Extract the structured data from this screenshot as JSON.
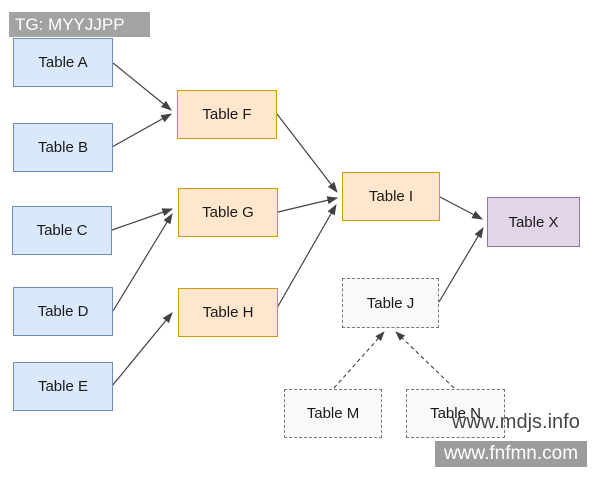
{
  "header": {
    "tag_label": "TG: MYYJJPP"
  },
  "diagram": {
    "nodes": {
      "table_a": {
        "label": "Table A",
        "style": "blue"
      },
      "table_b": {
        "label": "Table B",
        "style": "blue"
      },
      "table_c": {
        "label": "Table C",
        "style": "blue"
      },
      "table_d": {
        "label": "Table D",
        "style": "blue"
      },
      "table_e": {
        "label": "Table E",
        "style": "blue"
      },
      "table_f": {
        "label": "Table F",
        "style": "orange"
      },
      "table_g": {
        "label": "Table G",
        "style": "orange"
      },
      "table_h": {
        "label": "Table H",
        "style": "orange"
      },
      "table_i": {
        "label": "Table I",
        "style": "orange"
      },
      "table_x": {
        "label": "Table X",
        "style": "purple"
      },
      "table_j": {
        "label": "Table J",
        "style": "dashed"
      },
      "table_m": {
        "label": "Table M",
        "style": "dashed"
      },
      "table_n": {
        "label": "Table N",
        "style": "dashed"
      }
    },
    "edges": [
      {
        "from": "Table A",
        "to": "Table F",
        "style": "solid"
      },
      {
        "from": "Table B",
        "to": "Table F",
        "style": "solid"
      },
      {
        "from": "Table C",
        "to": "Table G",
        "style": "solid"
      },
      {
        "from": "Table D",
        "to": "Table G",
        "style": "solid"
      },
      {
        "from": "Table E",
        "to": "Table H",
        "style": "solid"
      },
      {
        "from": "Table F",
        "to": "Table I",
        "style": "solid"
      },
      {
        "from": "Table G",
        "to": "Table I",
        "style": "solid"
      },
      {
        "from": "Table H",
        "to": "Table I",
        "style": "solid"
      },
      {
        "from": "Table I",
        "to": "Table X",
        "style": "solid"
      },
      {
        "from": "Table J",
        "to": "Table X",
        "style": "solid"
      },
      {
        "from": "Table M",
        "to": "Table J",
        "style": "dashed"
      },
      {
        "from": "Table N",
        "to": "Table J",
        "style": "dashed"
      }
    ]
  },
  "colors": {
    "blue_fill": "#dae8fc",
    "blue_border": "#6c8ebf",
    "orange_fill": "#ffe6cc",
    "orange_border": "#d79b00",
    "purple_fill": "#e1d5e7",
    "purple_border": "#9673a6",
    "dashed_fill": "#f9f9f9",
    "dashed_border": "#777777",
    "tag_label_bg": "#a3a3a3",
    "watermark_bar_bg": "#9c9c9c",
    "edge_stroke": "#424242"
  },
  "watermarks": {
    "text_watermark": "www.mdjs.info",
    "bar_watermark": "www.fnfmn.com"
  }
}
